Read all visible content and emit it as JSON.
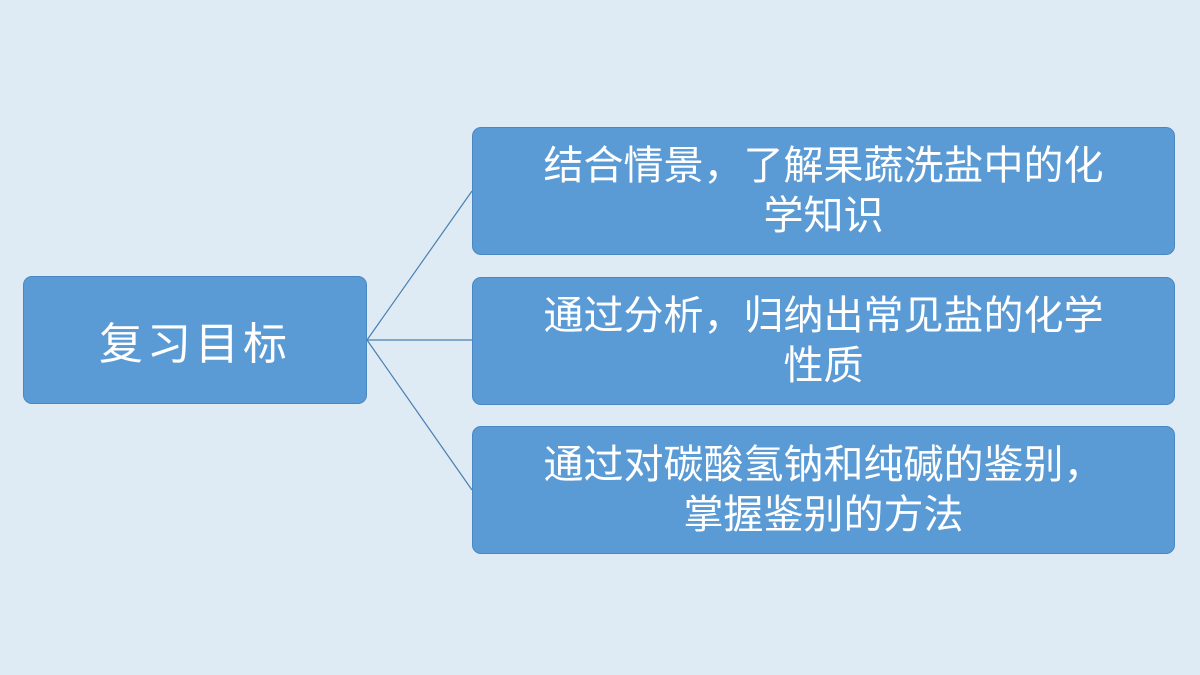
{
  "root": {
    "label": "复习目标"
  },
  "goals": [
    {
      "line1": "结合情景，了解果蔬洗盐中的化",
      "line2": "学知识"
    },
    {
      "line1": "通过分析，归纳出常见盐的化学",
      "line2": "性质"
    },
    {
      "line1": "通过对碳酸氢钠和纯碱的鉴别，",
      "line2": "掌握鉴别的方法"
    }
  ],
  "colors": {
    "background": "#deebf4",
    "node_fill": "#5b9bd5",
    "connector": "#4a7fb0",
    "text": "#ffffff"
  }
}
